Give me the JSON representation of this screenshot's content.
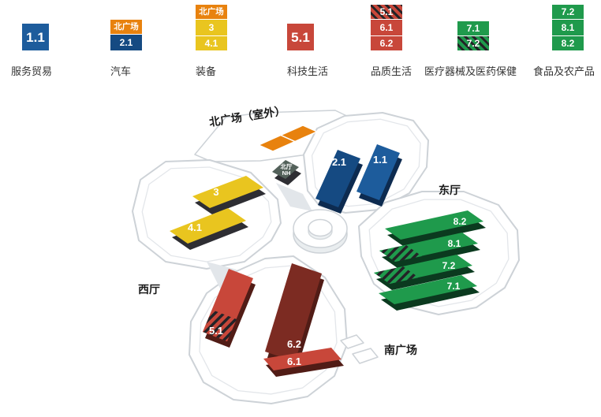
{
  "colors": {
    "orange": "#e8820e",
    "blue": "#1d5c9c",
    "blue2": "#154a82",
    "yellow": "#e9c51f",
    "red": "#c8473a",
    "maroon": "#7c2b22",
    "green": "#1f9a4c",
    "stripe": "#232327",
    "nh": "#53615a",
    "side-blue": "#0d2b50",
    "side-green": "#0b3a1f",
    "side-red": "#511c16",
    "side-dark": "#2e2e33",
    "outline": "#cdd2d7",
    "outline2": "#e3e6ea",
    "text": "#333333"
  },
  "legend": [
    {
      "label": "服务贸易",
      "blocks": [
        {
          "text": "1.1"
        }
      ]
    },
    {
      "label": "汽车",
      "blocks": [
        {
          "text": "北广场"
        },
        {
          "text": "2.1"
        }
      ]
    },
    {
      "label": "装备",
      "blocks": [
        {
          "text": "北广场"
        },
        {
          "text": "3"
        },
        {
          "text": "4.1"
        }
      ]
    },
    {
      "label": "科技生活",
      "blocks": [
        {
          "text": "5.1"
        }
      ]
    },
    {
      "label": "品质生活",
      "blocks": [
        {
          "text": "5.1"
        },
        {
          "text": "6.1"
        },
        {
          "text": "6.2"
        }
      ]
    },
    {
      "label": "医疗器械及医药保健",
      "blocks": [
        {
          "text": "7.1"
        },
        {
          "text": "7.2"
        }
      ]
    },
    {
      "label": "食品及农产品",
      "blocks": [
        {
          "text": "7.2"
        },
        {
          "text": "8.1"
        },
        {
          "text": "8.2"
        }
      ]
    }
  ],
  "map": {
    "labels": {
      "north_plaza": "北广场（室外）",
      "east_hall": "东厅",
      "west_hall": "西厅",
      "south_plaza": "南广场",
      "north_hall_l1": "北厅",
      "north_hall_l2": "NH"
    },
    "halls": {
      "h11": "1.1",
      "h21": "2.1",
      "h3": "3",
      "h41": "4.1",
      "h51": "5.1",
      "h61": "6.1",
      "h62": "6.2",
      "h71": "7.1",
      "h72": "7.2",
      "h81": "8.1",
      "h82": "8.2"
    }
  }
}
